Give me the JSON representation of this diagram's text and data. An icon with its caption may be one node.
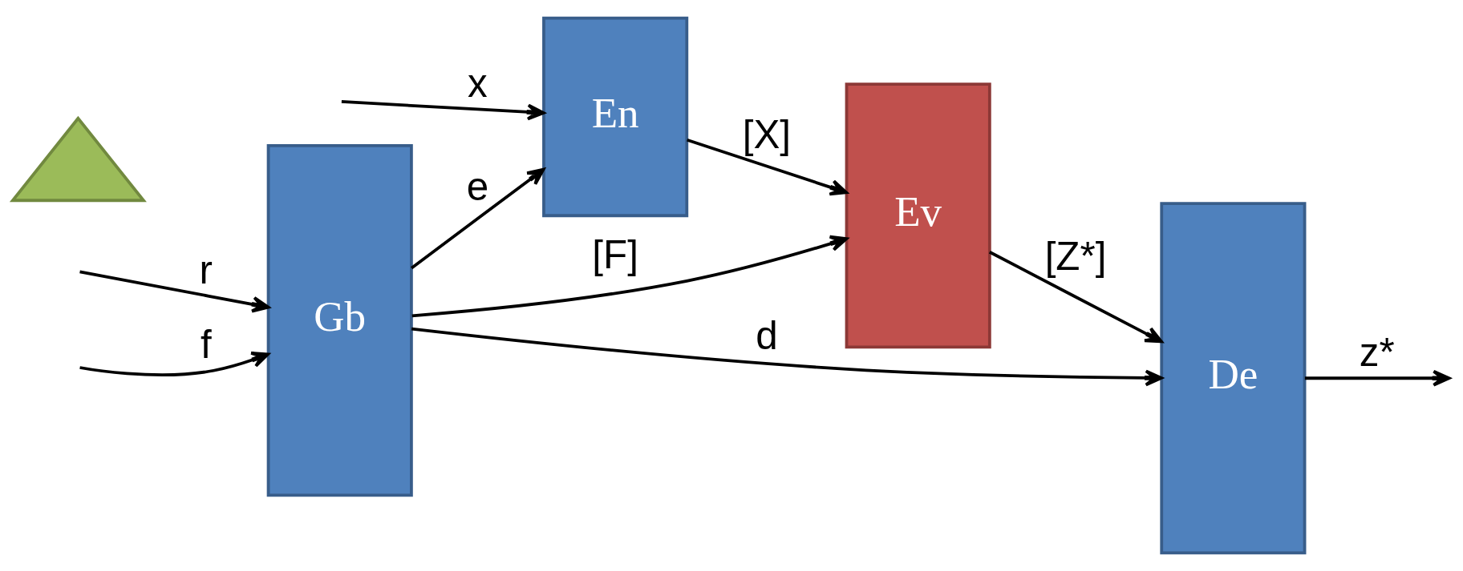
{
  "diagram": {
    "nodes": [
      {
        "text": [
          "Gb"
        ]
      },
      {
        "text": [
          "En"
        ]
      },
      {
        "text": [
          "Ev"
        ]
      },
      {
        "text": [
          "De"
        ]
      },
      {
        "text": [],
        "shape": "triangle"
      }
    ],
    "edges": [
      {
        "from": null,
        "to": 0,
        "arrow": "to",
        "label": "r"
      },
      {
        "from": null,
        "to": 0,
        "arrow": "to",
        "label": "f"
      },
      {
        "from": 0,
        "to": 3,
        "arrow": "to",
        "label": "d"
      },
      {
        "from": 0,
        "to": 2,
        "arrow": "to",
        "label": "[F]"
      },
      {
        "from": 0,
        "to": 1,
        "arrow": "to",
        "label": "e"
      },
      {
        "from": null,
        "to": 1,
        "arrow": "to",
        "label": "x"
      },
      {
        "from": 1,
        "to": 2,
        "arrow": "to",
        "label": "[X]"
      },
      {
        "from": 2,
        "to": 3,
        "arrow": "to",
        "label": "[Z*]"
      },
      {
        "from": 3,
        "to": null,
        "arrow": "to",
        "label": "z*"
      }
    ]
  }
}
